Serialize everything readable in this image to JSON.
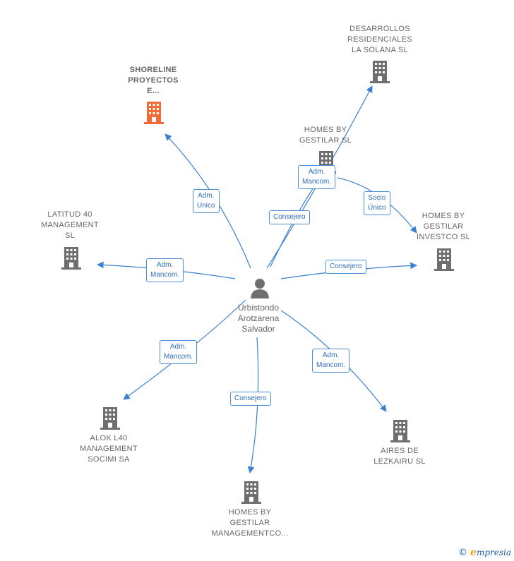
{
  "center": {
    "name": "Urbistondo\nArotzarena\nSalvador"
  },
  "nodes": {
    "shoreline": {
      "name": "SHORELINE\nPROYECTOS\nE..."
    },
    "desarrollos": {
      "name": "DESARROLLOS\nRESIDENCIALES\nLA SOLANA  SL"
    },
    "homes_gestilar": {
      "name": "HOMES BY\nGESTILAR  SL"
    },
    "homes_investco": {
      "name": "HOMES BY\nGESTILAR\nINVESTCO  SL"
    },
    "latitud": {
      "name": "LATITUD 40\nMANAGEMENT\nSL"
    },
    "alok": {
      "name": "ALOK L40\nMANAGEMENT\nSOCIMI SA"
    },
    "homes_management": {
      "name": "HOMES BY\nGESTILAR\nMANAGEMENTCO..."
    },
    "aires": {
      "name": "AIRES DE\nLEZKAIRU  SL"
    }
  },
  "edges": {
    "shoreline": "Adm.\nUnico",
    "desarrollos": "Consejero",
    "homes_gestilar": "Adm.\nMancom.",
    "investco_socio": "Socio\nÚnico",
    "investco": "Consejero",
    "latitud": "Adm.\nMancom.",
    "alok": "Adm.\nMancom.",
    "homes_management": "Consejero",
    "aires": "Adm.\nMancom."
  },
  "footer": {
    "copyright": "©",
    "brand_initial": "e",
    "brand_rest": "mpresia"
  },
  "colors": {
    "edge": "#3a7fd0",
    "building": "#6f6f6f",
    "highlight_building": "#f26a35",
    "person": "#6f6f6f"
  },
  "icons": {
    "company": "building-icon",
    "person": "person-icon"
  }
}
